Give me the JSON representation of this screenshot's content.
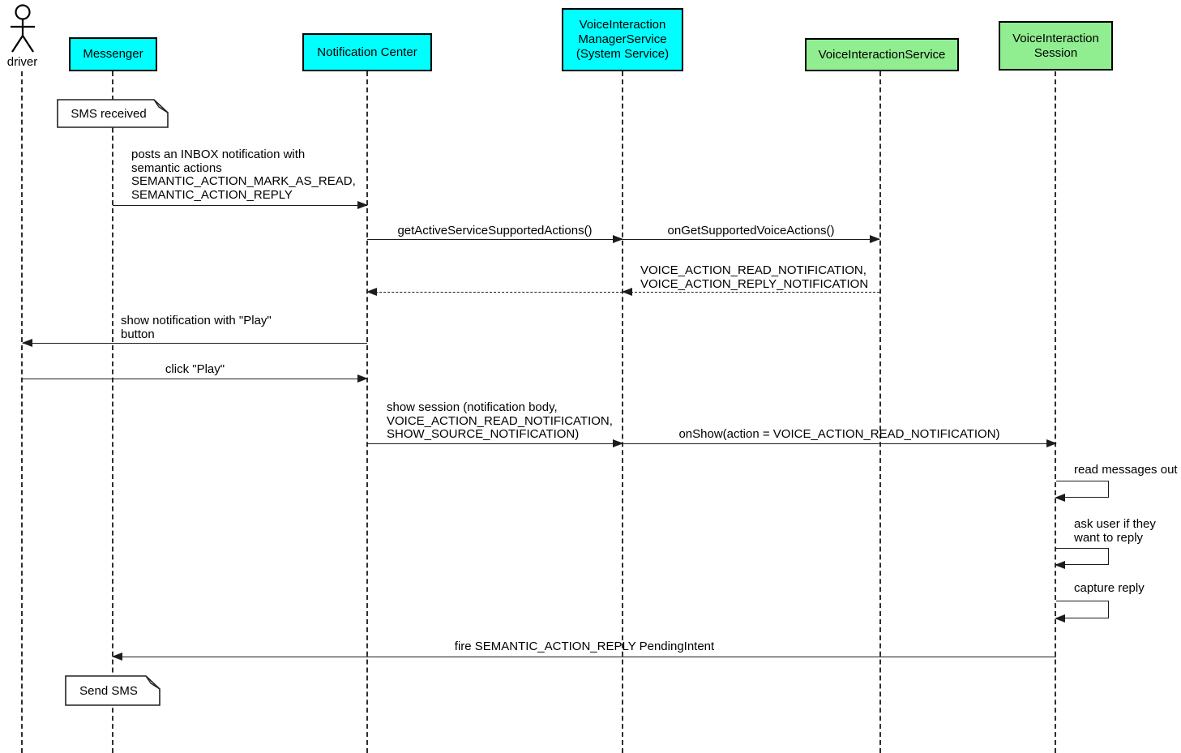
{
  "diagram": {
    "actor": {
      "name": "driver"
    },
    "participants": [
      {
        "label_lines": [
          "Messenger"
        ],
        "color": "#00ffff"
      },
      {
        "label_lines": [
          "Notification Center"
        ],
        "color": "#00ffff"
      },
      {
        "label_lines": [
          "VoiceInteraction",
          "ManagerService",
          "(System Service)"
        ],
        "color": "#00ffff"
      },
      {
        "label_lines": [
          "VoiceInteractionService"
        ],
        "color": "#90ee90"
      },
      {
        "label_lines": [
          "VoiceInteraction",
          "Session"
        ],
        "color": "#90ee90"
      }
    ],
    "notes": [
      {
        "text": "SMS received",
        "attached_to": "Messenger"
      },
      {
        "text": "Send SMS",
        "attached_to": "Messenger"
      }
    ],
    "messages": [
      {
        "from": "Messenger",
        "to": "Notification Center",
        "style": "solid",
        "lines": [
          "posts an INBOX notification with",
          "semantic actions",
          "SEMANTIC_ACTION_MARK_AS_READ,",
          "SEMANTIC_ACTION_REPLY"
        ]
      },
      {
        "from": "Notification Center",
        "to": "VoiceInteractionManagerService",
        "style": "solid",
        "lines": [
          "getActiveServiceSupportedActions()"
        ]
      },
      {
        "from": "VoiceInteractionManagerService",
        "to": "VoiceInteractionService",
        "style": "solid",
        "lines": [
          "onGetSupportedVoiceActions()"
        ]
      },
      {
        "from": "VoiceInteractionService",
        "to": "VoiceInteractionManagerService",
        "style": "dashed-return",
        "lines": [
          "VOICE_ACTION_READ_NOTIFICATION,",
          "VOICE_ACTION_REPLY_NOTIFICATION"
        ]
      },
      {
        "from": "VoiceInteractionManagerService",
        "to": "Notification Center",
        "style": "dashed-return",
        "lines": []
      },
      {
        "from": "Notification Center",
        "to": "driver",
        "style": "solid",
        "lines": [
          "show notification with \"Play\"",
          "button"
        ]
      },
      {
        "from": "driver",
        "to": "Notification Center",
        "style": "solid",
        "lines": [
          "click \"Play\""
        ]
      },
      {
        "from": "Notification Center",
        "to": "VoiceInteractionManagerService",
        "style": "solid",
        "lines": [
          "show session (notification body,",
          "VOICE_ACTION_READ_NOTIFICATION,",
          "SHOW_SOURCE_NOTIFICATION)"
        ]
      },
      {
        "from": "VoiceInteractionManagerService",
        "to": "VoiceInteractionSession",
        "style": "solid",
        "lines": [
          "onShow(action = VOICE_ACTION_READ_NOTIFICATION)"
        ]
      },
      {
        "from": "VoiceInteractionSession",
        "to": "VoiceInteractionSession",
        "style": "self",
        "lines": [
          "read messages out"
        ]
      },
      {
        "from": "VoiceInteractionSession",
        "to": "VoiceInteractionSession",
        "style": "self",
        "lines": [
          "ask user if they",
          "want to reply"
        ]
      },
      {
        "from": "VoiceInteractionSession",
        "to": "VoiceInteractionSession",
        "style": "self",
        "lines": [
          "capture reply"
        ]
      },
      {
        "from": "VoiceInteractionSession",
        "to": "Messenger",
        "style": "solid",
        "lines": [
          "fire SEMANTIC_ACTION_REPLY PendingIntent"
        ]
      }
    ]
  },
  "colors": {
    "participant_cyan": "#00ffff",
    "participant_green": "#90ee90",
    "line": "#1c1c1c",
    "background": "#ffffff"
  }
}
